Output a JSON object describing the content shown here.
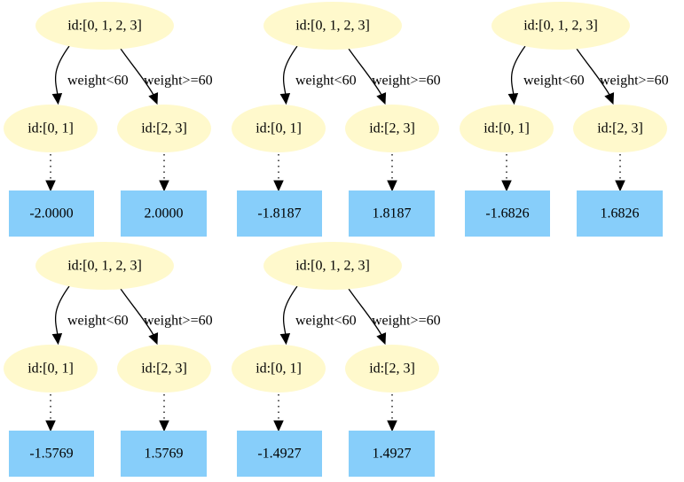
{
  "trees": [
    {
      "root": "id:[0, 1, 2, 3]",
      "left_edge": "weight<60",
      "right_edge": "weight>=60",
      "left_node": "id:[0, 1]",
      "right_node": "id:[2, 3]",
      "left_leaf": "-2.0000",
      "right_leaf": "2.0000"
    },
    {
      "root": "id:[0, 1, 2, 3]",
      "left_edge": "weight<60",
      "right_edge": "weight>=60",
      "left_node": "id:[0, 1]",
      "right_node": "id:[2, 3]",
      "left_leaf": "-1.8187",
      "right_leaf": "1.8187"
    },
    {
      "root": "id:[0, 1, 2, 3]",
      "left_edge": "weight<60",
      "right_edge": "weight>=60",
      "left_node": "id:[0, 1]",
      "right_node": "id:[2, 3]",
      "left_leaf": "-1.6826",
      "right_leaf": "1.6826"
    },
    {
      "root": "id:[0, 1, 2, 3]",
      "left_edge": "weight<60",
      "right_edge": "weight>=60",
      "left_node": "id:[0, 1]",
      "right_node": "id:[2, 3]",
      "left_leaf": "-1.5769",
      "right_leaf": "1.5769"
    },
    {
      "root": "id:[0, 1, 2, 3]",
      "left_edge": "weight<60",
      "right_edge": "weight>=60",
      "left_node": "id:[0, 1]",
      "right_node": "id:[2, 3]",
      "left_leaf": "-1.4927",
      "right_leaf": "1.4927"
    }
  ],
  "colors": {
    "node_fill": "#fff9cc",
    "leaf_fill": "#87cefa",
    "edge": "#000000"
  }
}
